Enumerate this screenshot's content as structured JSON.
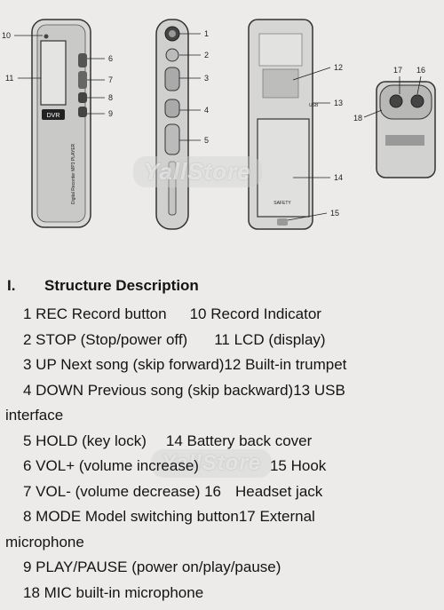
{
  "diagram": {
    "callouts": [
      "10",
      "11",
      "6",
      "7",
      "8",
      "9",
      "1",
      "2",
      "3",
      "4",
      "5",
      "12",
      "13",
      "14",
      "15",
      "17",
      "16",
      "18"
    ],
    "device_label_dvr": "DVR",
    "side_text": "Digital Recorder MP3 PLAYER",
    "usb_label": "USB",
    "safety_label": "SAFETY"
  },
  "watermark": {
    "text_top": "YallStore",
    "text_bottom": "YallStore"
  },
  "section": {
    "number": "I.",
    "title": "Structure Description"
  },
  "lines": [
    {
      "a": "1   REC Record button",
      "b": "10    Record Indicator"
    },
    {
      "a": "2   STOP (Stop/power off)",
      "b": "11 LCD (display)"
    },
    {
      "a": "3   UP Next song (skip forward)12 Built-in trumpet",
      "b": ""
    },
    {
      "a": "4   DOWN Previous song (skip backward)13 USB",
      "b": ""
    },
    {
      "a": "interface",
      "b": ""
    },
    {
      "a": "5   HOLD (key lock)",
      "b": "14   Battery back cover"
    },
    {
      "a": "6   VOL+ (volume increase)",
      "b": "15    Hook"
    },
    {
      "a": "7   VOL- (volume decrease) 16",
      "b": "Headset jack"
    },
    {
      "a": "8   MODE  Model  switching  button17  External",
      "b": ""
    },
    {
      "a": "microphone",
      "b": ""
    },
    {
      "a": "9 PLAY/PAUSE (power on/play/pause)",
      "b": ""
    },
    {
      "a": "18 MIC built-in microphone",
      "b": ""
    }
  ]
}
